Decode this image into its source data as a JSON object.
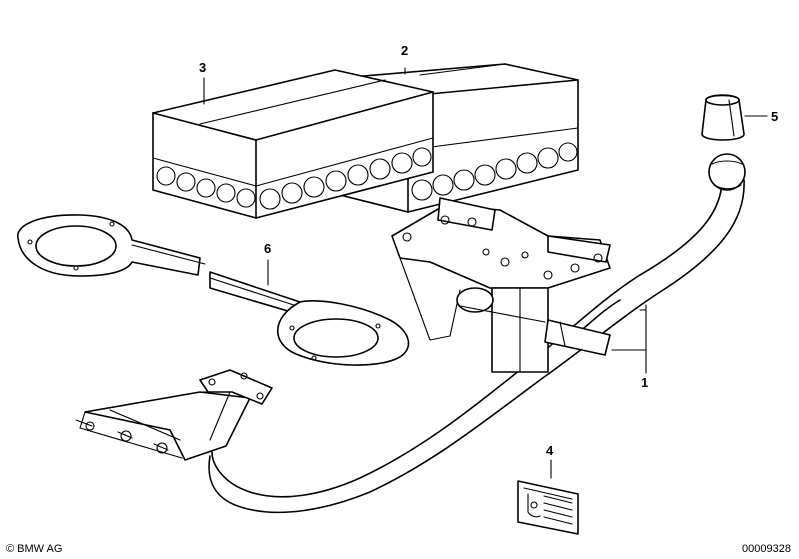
{
  "callouts": {
    "c1": "1",
    "c2": "2",
    "c3": "3",
    "c4": "4",
    "c5": "5",
    "c6": "6"
  },
  "footer": {
    "copyright": "© BMW AG",
    "doc_number": "00009328"
  }
}
